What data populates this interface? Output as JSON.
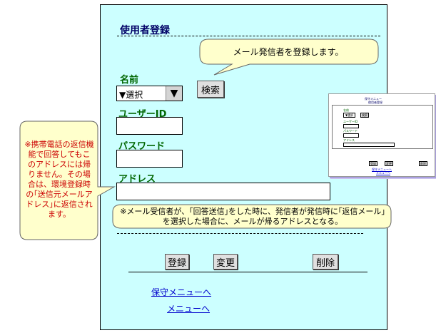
{
  "title": "使用者登録",
  "fields": {
    "name_label": "名前",
    "select_value": "▼選択",
    "search_button": "検索",
    "userid_label": "ユーザーID",
    "password_label": "パスワード",
    "address_label": "アドレス"
  },
  "callouts": {
    "sender": "メール発信者を登録します。",
    "receiver": "※メール受信者が、｢回答送信｣をした時に、発信者が発信時に｢返信メール｣を選択した場合に、メールが帰るアドレスとなる。",
    "mobile": "※携帯電話の返信機能で回答してもこのアドレスには帰りません。その場合は、環境登録時の｢送信元メールアドレス｣に返信されます。"
  },
  "buttons": {
    "register": "登録",
    "change": "変更",
    "delete": "削除"
  },
  "links": {
    "maintenance_menu": "保守メニューへ",
    "menu": "メニューへ"
  },
  "thumbnail": {
    "header": "保守メニュー",
    "title": "使用者登録",
    "name": "名前",
    "select": "▼選択",
    "search": "検索",
    "userid": "ユーザーID",
    "password": "パスワード",
    "address": "アドレス",
    "register": "登録",
    "change": "変更",
    "delete": "削除",
    "link1": "保守メニューへ",
    "link2": "メニューへ"
  },
  "colors": {
    "panel_bg": "#ccffff",
    "label_green": "#006600",
    "callout_yellow": "#ffffcc",
    "mobile_note_red": "#cc0000"
  }
}
